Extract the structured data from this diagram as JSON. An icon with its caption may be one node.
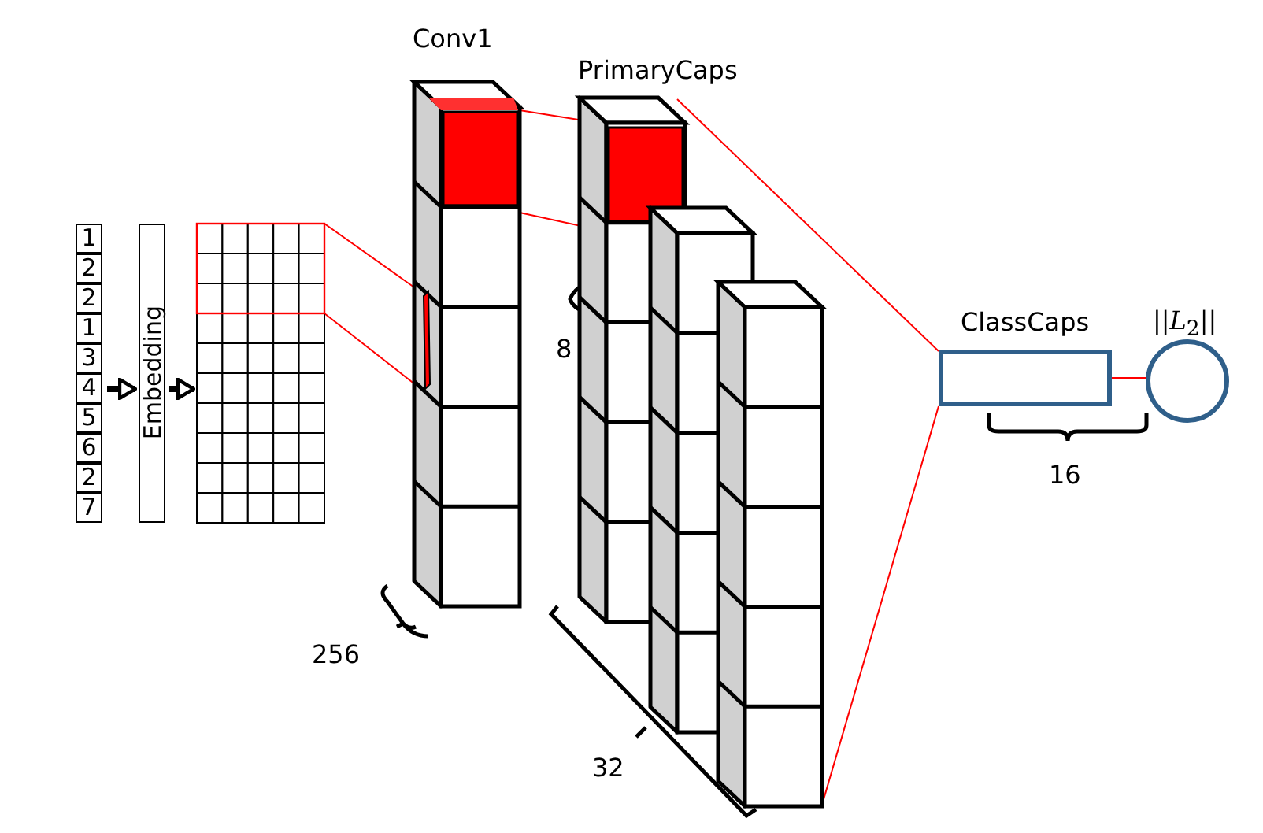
{
  "diagram": {
    "nodes": [
      {
        "text": [
          "1",
          "2",
          "2",
          "1",
          "3",
          "4",
          "5",
          "6",
          "2",
          "7"
        ]
      },
      {
        "text": [
          "Embedding"
        ]
      },
      {
        "text": [],
        "shape": "box"
      },
      {
        "text": [
          "Conv1"
        ]
      },
      {
        "text": [
          "PrimaryCaps"
        ]
      },
      {
        "text": [
          "ClassCaps"
        ]
      },
      {
        "text": [
          "||*L*$_{2}$||"
        ]
      }
    ],
    "edges": [
      {
        "from": 0,
        "to": 1,
        "arrow": "to",
        "style": "thick",
        "color": "#000000"
      },
      {
        "from": 1,
        "to": 2,
        "arrow": "to",
        "style": "thick",
        "color": "#000000"
      },
      {
        "from": 2,
        "to": 3,
        "arrow": "none"
      },
      {
        "from": 2,
        "to": 3,
        "arrow": "none"
      },
      {
        "from": 3,
        "to": 4,
        "arrow": "none"
      },
      {
        "from": 3,
        "to": 4,
        "arrow": "none"
      },
      {
        "from": 4,
        "to": 5,
        "arrow": "none"
      },
      {
        "from": 4,
        "to": 5,
        "arrow": "none"
      },
      {
        "from": 5,
        "to": 6,
        "arrow": "none"
      }
    ],
    "labels": [
      "256",
      "8",
      "32",
      "16"
    ]
  }
}
